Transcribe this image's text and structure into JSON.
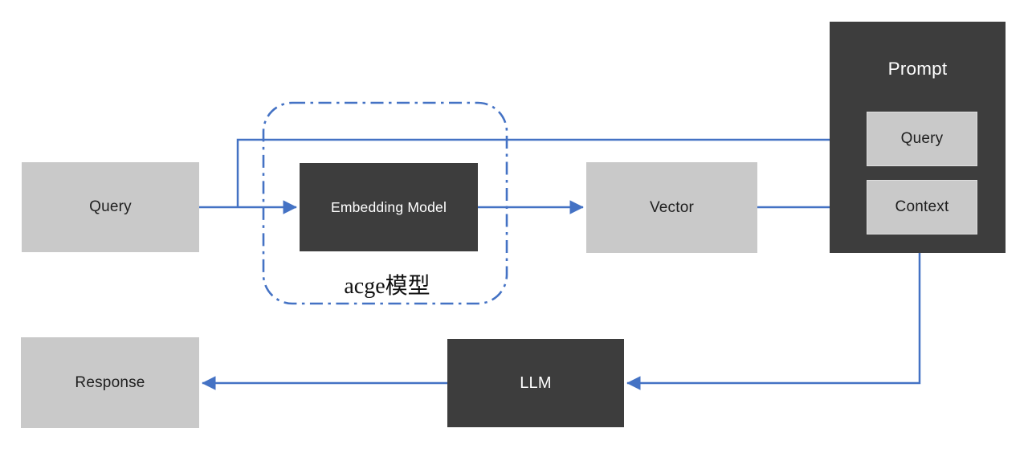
{
  "diagram": {
    "nodes": {
      "query": {
        "label": "Query"
      },
      "embedding_model": {
        "label": "Embedding Model"
      },
      "acge_group": {
        "label": "acge模型"
      },
      "vector": {
        "label": "Vector"
      },
      "prompt": {
        "title": "Prompt",
        "slots": {
          "query": "Query",
          "context": "Context"
        }
      },
      "llm": {
        "label": "LLM"
      },
      "response": {
        "label": "Response"
      }
    },
    "edges": [
      {
        "from": "query",
        "to": "embedding_model"
      },
      {
        "from": "query",
        "to": "prompt.query"
      },
      {
        "from": "embedding_model",
        "to": "vector"
      },
      {
        "from": "vector",
        "to": "prompt.context"
      },
      {
        "from": "prompt",
        "to": "llm"
      },
      {
        "from": "llm",
        "to": "response"
      }
    ]
  },
  "colors": {
    "box_light": "#c9c9c9",
    "box_dark": "#3d3d3d",
    "arrow": "#4472c4",
    "inner_border": "#dedede",
    "text_dark": "#1f1f1f",
    "text_light": "#ffffff",
    "canvas_bg": "#ffffff"
  }
}
